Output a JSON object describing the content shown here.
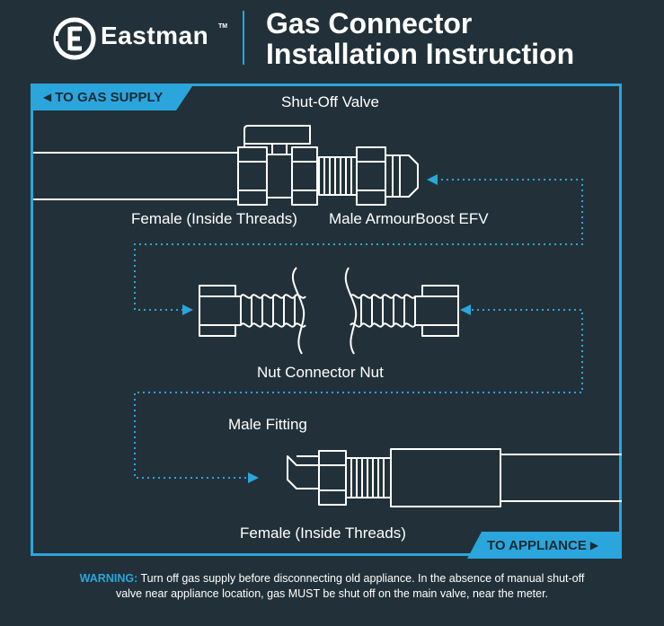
{
  "header": {
    "brand": "Eastman",
    "trademark": "TM",
    "title_line1": "Gas Connector",
    "title_line2": "Installation Instruction"
  },
  "tabs": {
    "to_gas_supply": "TO GAS SUPPLY",
    "to_appliance": "TO APPLIANCE"
  },
  "labels": {
    "shut_off_valve": "Shut-Off Valve",
    "female_inside_threads_top": "Female (Inside Threads)",
    "male_armourboost_efv": "Male ArmourBoost EFV",
    "nut_connector_nut": "Nut Connector Nut",
    "male_fitting": "Male Fitting",
    "female_inside_threads_bottom": "Female (Inside Threads)"
  },
  "warning": {
    "prefix": "WARNING:",
    "line1": " Turn off gas supply before disconnecting old appliance. In the absence of manual shut-off",
    "line2": "valve near appliance location, gas MUST be shut off on the main valve, near the meter."
  },
  "icons": {
    "logo": "eastman-logo-icon",
    "tab_left_arrow": "triangle-left-icon",
    "tab_right_arrow": "triangle-right-icon"
  },
  "colors": {
    "background": "#223139",
    "accent": "#2aa6dd",
    "line": "#ffffff"
  }
}
